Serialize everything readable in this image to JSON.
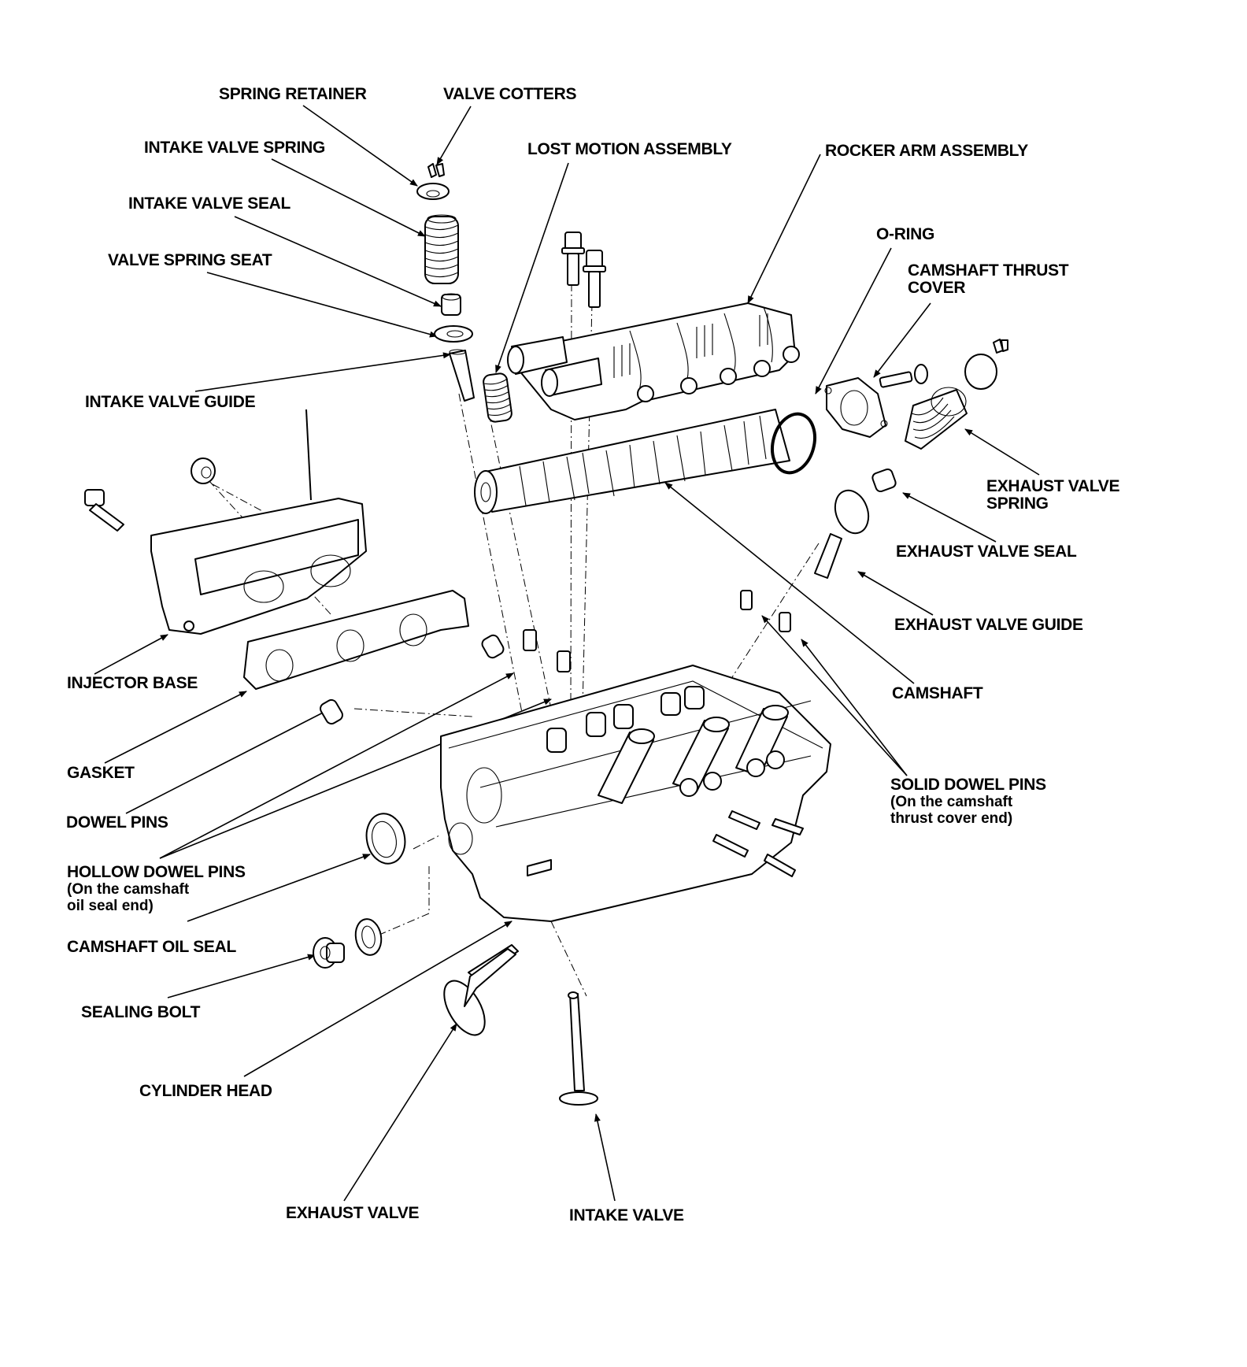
{
  "diagram": {
    "type": "exploded-parts-view",
    "subject": "Cylinder head assembly",
    "labels": {
      "spring_retainer": "SPRING RETAINER",
      "valve_cotters": "VALVE COTTERS",
      "intake_valve_spring": "INTAKE VALVE SPRING",
      "intake_valve_seal": "INTAKE VALVE SEAL",
      "valve_spring_seat": "VALVE SPRING SEAT",
      "intake_valve_guide": "INTAKE VALVE GUIDE",
      "lost_motion_assembly": "LOST MOTION ASSEMBLY",
      "rocker_arm_assembly": "ROCKER ARM ASSEMBLY",
      "o_ring": "O-RING",
      "camshaft_thrust_cover": [
        "CAMSHAFT THRUST",
        "COVER"
      ],
      "exhaust_valve_spring": [
        "EXHAUST VALVE",
        "SPRING"
      ],
      "exhaust_valve_seal": "EXHAUST VALVE SEAL",
      "exhaust_valve_guide": "EXHAUST VALVE GUIDE",
      "camshaft": "CAMSHAFT",
      "solid_dowel_pins": [
        "SOLID DOWEL PINS",
        "(On the camshaft",
        "thrust cover end)"
      ],
      "injector_base": "INJECTOR BASE",
      "gasket": "GASKET",
      "dowel_pins": "DOWEL PINS",
      "hollow_dowel_pins": [
        "HOLLOW DOWEL PINS",
        "(On the camshaft",
        "oil seal end)"
      ],
      "camshaft_oil_seal": "CAMSHAFT OIL SEAL",
      "sealing_bolt": "SEALING BOLT",
      "cylinder_head": "CYLINDER HEAD",
      "exhaust_valve": "EXHAUST VALVE",
      "intake_valve": "INTAKE VALVE"
    },
    "colors": {
      "ink": "#000000",
      "paper": "#ffffff"
    }
  }
}
